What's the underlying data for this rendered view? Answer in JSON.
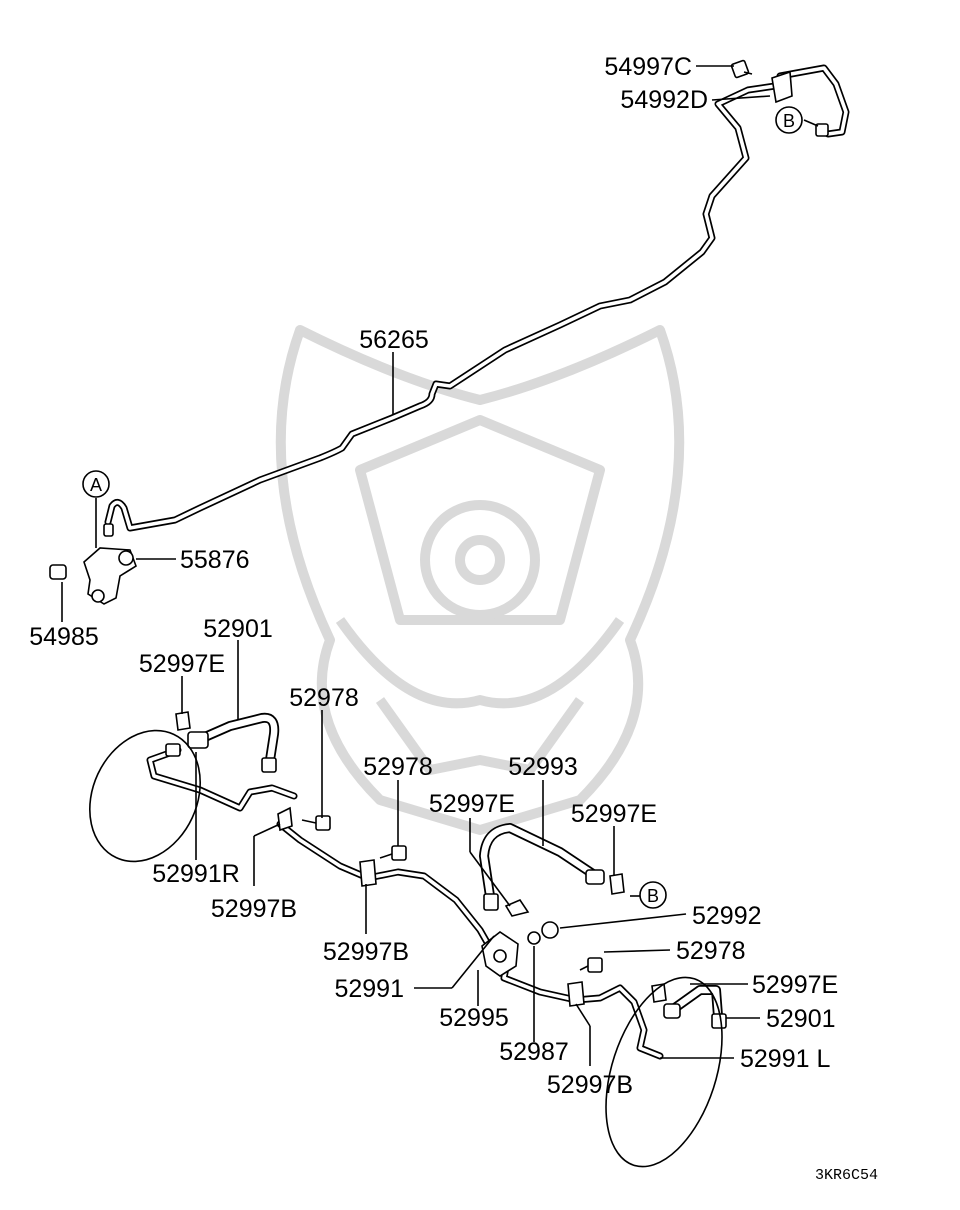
{
  "diagram_code": "3KR6C54",
  "callouts": {
    "a": "A",
    "b": "B"
  },
  "labels": {
    "p54997C": "54997C",
    "p54992D": "54992D",
    "p56265": "56265",
    "p55876": "55876",
    "p54985": "54985",
    "p52901_top": "52901",
    "p52997E_left": "52997E",
    "p52978_a": "52978",
    "p52978_b": "52978",
    "p52993": "52993",
    "p52997E_mid": "52997E",
    "p52997E_right": "52997E",
    "p52991R": "52991R",
    "p52997B_left": "52997B",
    "p52997B_mid": "52997B",
    "p52992": "52992",
    "p52978_c": "52978",
    "p52991": "52991",
    "p52997E_lower": "52997E",
    "p52901_lower": "52901",
    "p52995": "52995",
    "p52987": "52987",
    "p52991L": "52991 L",
    "p52997B_right": "52997B"
  }
}
